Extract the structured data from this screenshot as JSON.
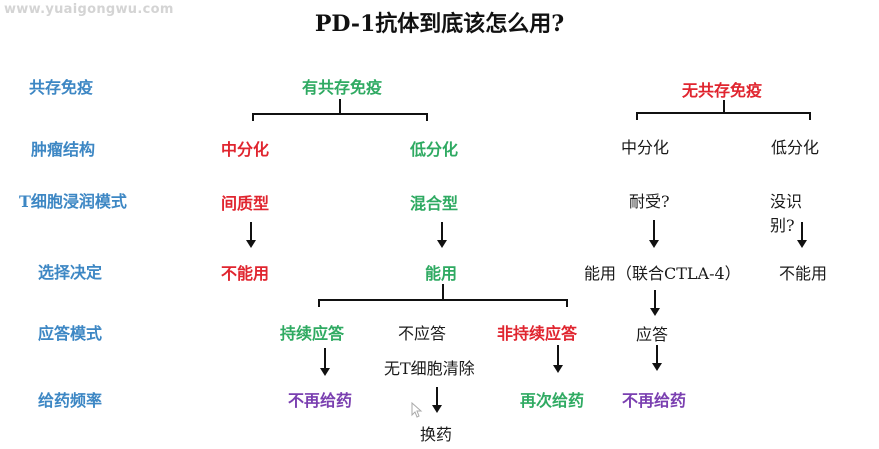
{
  "watermark": "www.yuaigongwu.com",
  "title": "PD-1抗体到底该怎么用?",
  "row_labels": [
    "共存免疫",
    "肿瘤结构",
    "T细胞浸润模式",
    "选择决定",
    "应答模式",
    "给药频率"
  ],
  "colors": {
    "row_label": "#3d87c4",
    "red": "#e0252f",
    "green": "#2faa62",
    "purple": "#7a3fb0",
    "black": "#1a1a1a"
  },
  "left_branch": {
    "root": "有共存免疫",
    "mid_diff": {
      "tumor": "中分化",
      "infiltration": "间质型",
      "decision": "不能用"
    },
    "low_diff": {
      "tumor": "低分化",
      "infiltration": "混合型",
      "decision": "能用"
    },
    "responses": [
      {
        "label": "持续应答",
        "next": [
          "不再给药"
        ]
      },
      {
        "label": "不应答",
        "next": [
          "无T细胞清除",
          "换药"
        ]
      },
      {
        "label": "非持续应答",
        "next": [
          "再次给药"
        ]
      }
    ]
  },
  "right_branch": {
    "root": "无共存免疫",
    "mid_diff": {
      "tumor": "中分化",
      "infiltration": "耐受?",
      "decision": "能用（联合CTLA-4）",
      "response": "应答",
      "frequency": "不再给药"
    },
    "low_diff": {
      "tumor": "低分化",
      "infiltration_line1": "没识",
      "infiltration_line2": "别?",
      "decision": "不能用"
    }
  }
}
